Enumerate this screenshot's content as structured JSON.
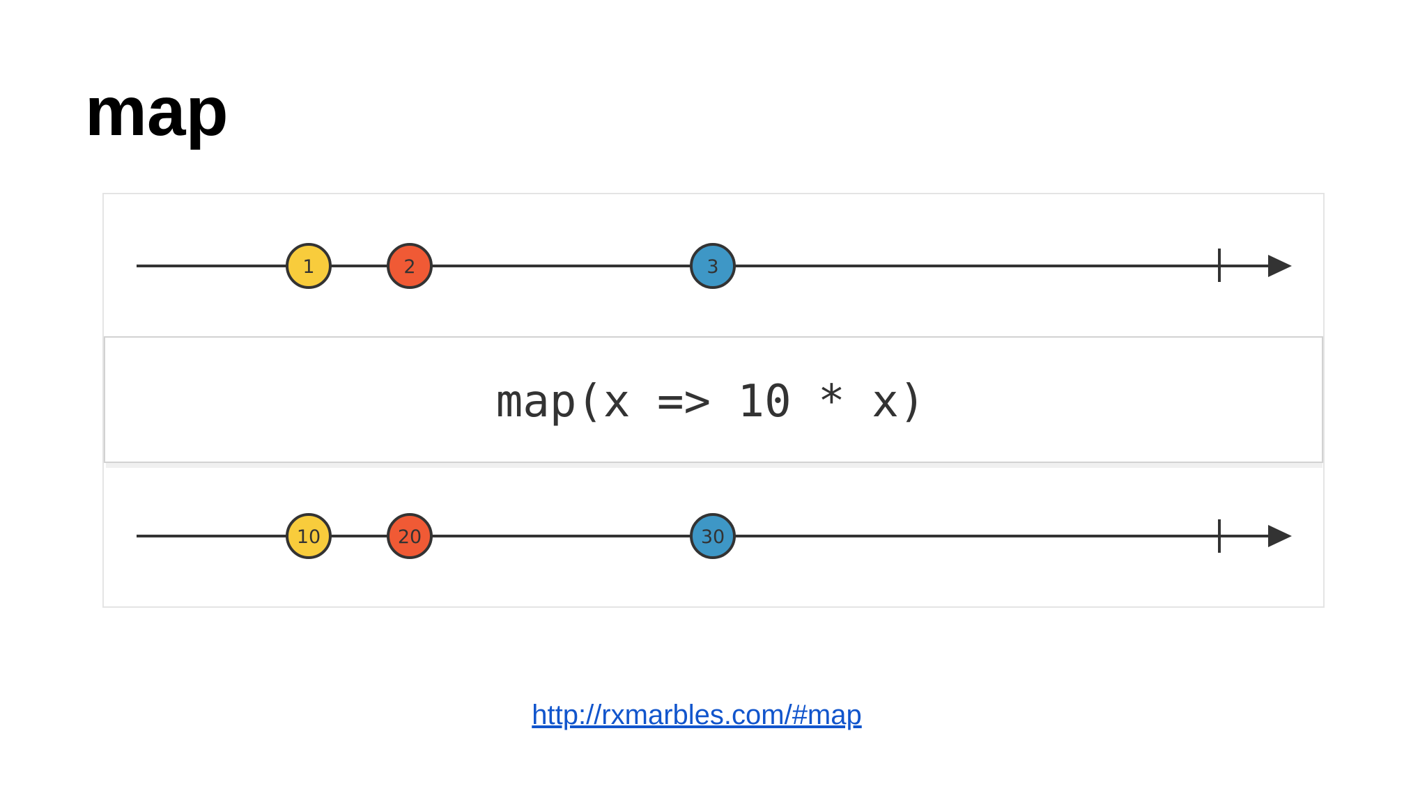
{
  "title": "map",
  "diagram": {
    "input_marbles": [
      {
        "label": "1",
        "color": "#f8cc3c"
      },
      {
        "label": "2",
        "color": "#f05a35"
      },
      {
        "label": "3",
        "color": "#3e97c6"
      }
    ],
    "operator": "map(x => 10 * x)",
    "output_marbles": [
      {
        "label": "10",
        "color": "#f8cc3c"
      },
      {
        "label": "20",
        "color": "#f05a35"
      },
      {
        "label": "30",
        "color": "#3e97c6"
      }
    ]
  },
  "link": {
    "text": "http://rxmarbles.com/#map"
  }
}
